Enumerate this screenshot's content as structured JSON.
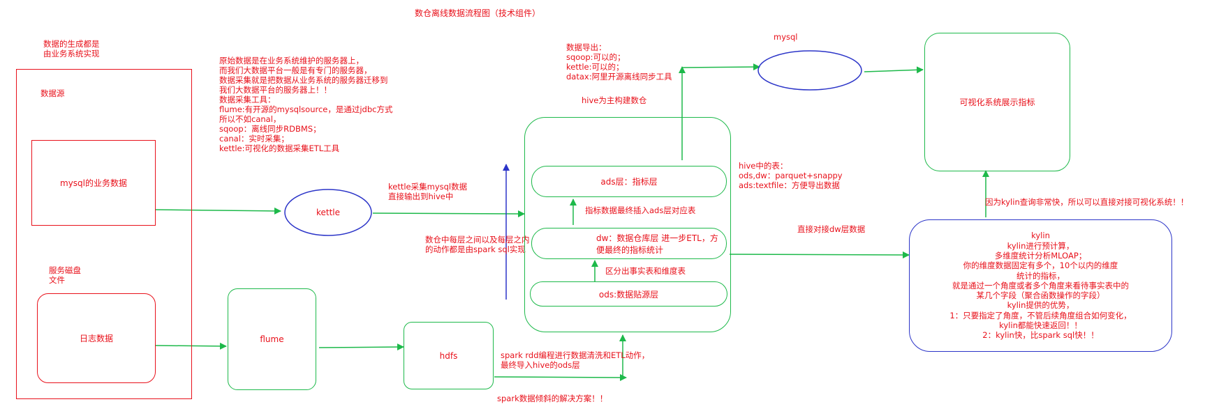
{
  "title": "数仓离线数据流程图（技术组件）",
  "notes": {
    "data_origin": [
      "数据的生成都是",
      "由业务系统实现"
    ],
    "collection": [
      "原始数据是在业务系统维护的服务器上，",
      "而我们大数据平台一般是有专门的服务器，",
      "数据采集就是把数据从业务系统的服务器迁移到",
      "我们大数据平台的服务器上！！",
      "数据采集工具：",
      "flume:有开源的mysqlsource，是通过jdbc方式",
      "所以不如canal，",
      "sqoop：离线同步RDBMS；",
      "canal：实时采集；",
      "kettle:可视化的数据采集ETL工具"
    ],
    "export": [
      "数据导出：",
      "sqoop:可以的；",
      "kettle:可以的；",
      "datax:阿里开源离线同步工具"
    ],
    "mysql_label": "mysql",
    "hive_main": "hive为主构建数仓",
    "hive_tables": [
      "hive中的表：",
      "ods,dw：parquet+snappy",
      "ads:textfile：方便导出数据"
    ],
    "kettle_collect": [
      "kettle采集mysql数据",
      "直接输出到hive中"
    ],
    "spark_sql": [
      "数仓中每层之间以及每层之内",
      "的动作都是由spark sql实现"
    ],
    "insert_ads": "指标数据最终插入ads层对应表",
    "fact_dim": "区分出事实表和维度表",
    "direct_dw": "直接对接dw层数据",
    "kylin_fast": "因为kylin查询非常快，所以可以直接对接可视化系统！！",
    "spark_rdd": [
      "spark rdd编程进行数据清洗和ETL动作，",
      "最终导入hive的ods层"
    ],
    "spark_skew": "spark数据倾斜的解决方案！！",
    "datasource_label": "数据源",
    "disk_file": [
      "服务磁盘",
      "文件"
    ]
  },
  "nodes": {
    "mysql_business": "mysql的业务数据",
    "log_data": "日志数据",
    "kettle": "kettle",
    "flume": "flume",
    "hdfs": "hdfs",
    "ads": "ads层：指标层",
    "dw": "dw：数据仓库层 进一步ETL，方便最终的指标统计",
    "ods": "ods:数据贴源层",
    "visual": "可视化系统展示指标",
    "kylin": [
      "kylin",
      "kylin进行预计算，",
      "多维度统计分析MLOAP；",
      "你的维度数据固定有多个，10个以内的维度",
      "统计的指标，",
      "就是通过一个角度或者多个角度来看待事实表中的",
      "某几个字段（聚合函数操作的字段）",
      "kylin提供的优势，",
      "1：只要指定了角度，不管后续角度组合如何变化，",
      "kylin都能快速返回！！",
      "2：kylin快，比spark  sql快！！"
    ]
  },
  "colors": {
    "red": "#e8101a",
    "green": "#1db94a",
    "blue": "#2b34c8"
  }
}
